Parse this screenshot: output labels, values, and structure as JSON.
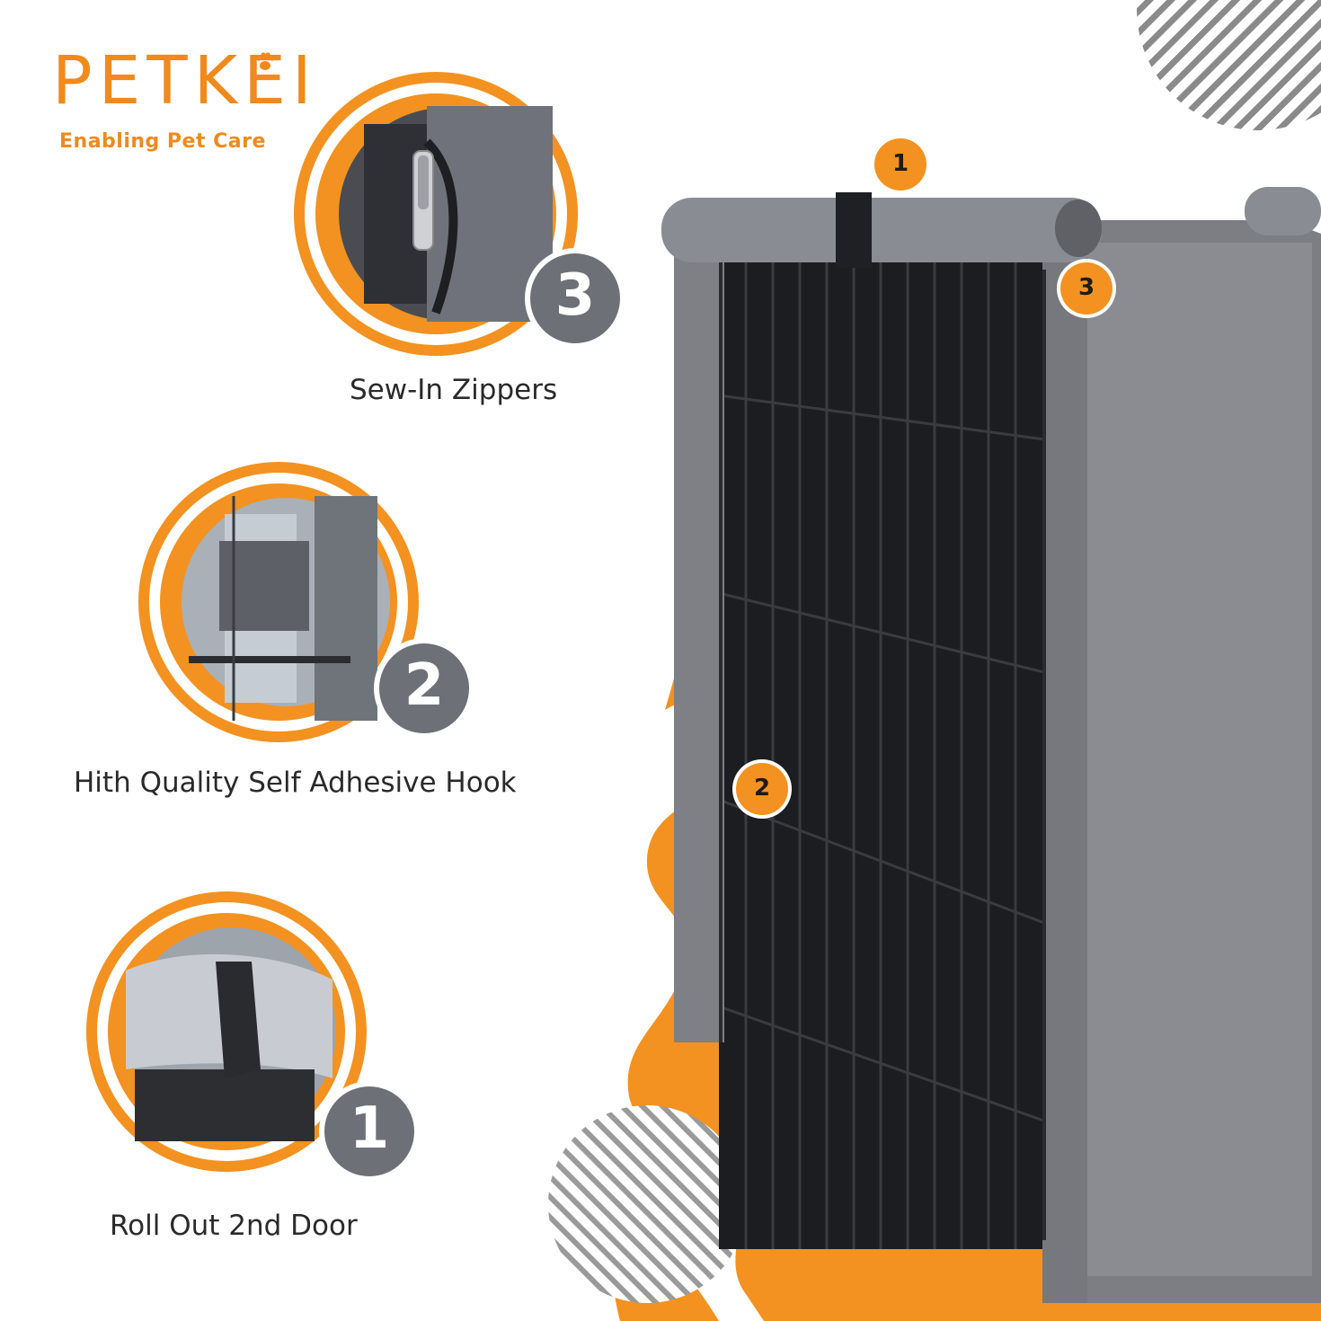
{
  "brand": {
    "name": "PETKEI",
    "tagline": "Enabling Pet Care"
  },
  "colors": {
    "accent": "#f39220",
    "badge_gray": "#6e7077",
    "cover_gray": "#7c7e84",
    "label_text": "#2a2a2a"
  },
  "features": [
    {
      "number": "3",
      "label": "Sew-In Zippers"
    },
    {
      "number": "2",
      "label": "Hith Quality Self Adhesive Hook"
    },
    {
      "number": "1",
      "label": "Roll Out 2nd Door"
    }
  ],
  "product_callouts": [
    {
      "number": "1"
    },
    {
      "number": "3"
    },
    {
      "number": "2"
    }
  ]
}
